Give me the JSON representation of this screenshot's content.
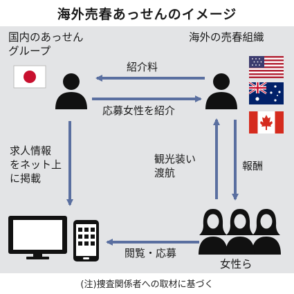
{
  "title": "海外売春あっせんのイメージ",
  "note": "(注)捜査関係者への取材に基づく",
  "nodes": {
    "domestic_group": {
      "label_line1": "国内のあっせん",
      "label_line2": "グループ",
      "flag": "japan-flag"
    },
    "foreign_org": {
      "label": "海外の売春組織",
      "flags": [
        "usa-flag",
        "australia-flag",
        "canada-flag"
      ]
    },
    "women": {
      "label": "女性ら"
    },
    "devices": {
      "items": [
        "monitor-icon",
        "smartphone-icon"
      ]
    }
  },
  "edges": {
    "fee": "紹介料",
    "introduce_women": "応募女性を紹介",
    "recruit_line1": "求人情報",
    "recruit_line2": "をネット上",
    "recruit_line3": "に掲載",
    "travel_line1": "観光装い",
    "travel_line2": "渡航",
    "reward": "報酬",
    "browse_apply": "閲覧・応募"
  },
  "colors": {
    "panel_bg": "#e3e4e6",
    "arrow": "#5a6fa0",
    "person": "#111111",
    "japan_red": "#c8102e",
    "us_blue": "#3c3b6e",
    "au_blue": "#012169",
    "ca_red": "#d52b1e"
  }
}
